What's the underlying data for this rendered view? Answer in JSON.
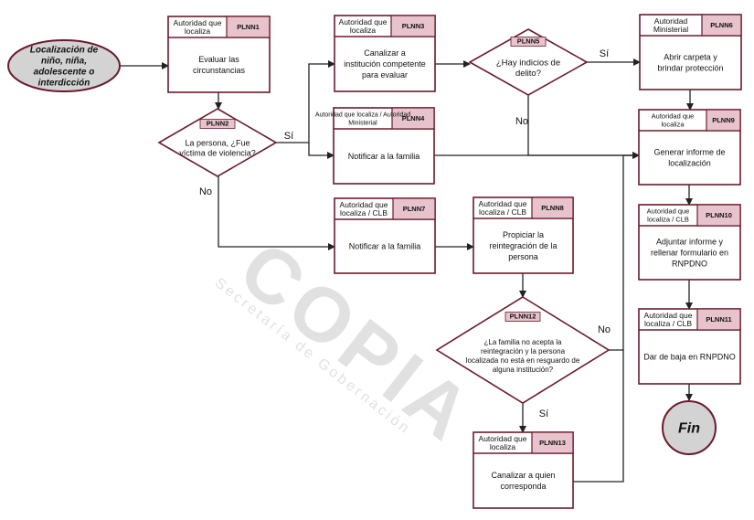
{
  "start": "Localización de niño, niña, adolescente o interdicción",
  "end": "Fin",
  "watermark": {
    "main": "COPIA",
    "sub": "Secretaría de Gobernación"
  },
  "processes": [
    {
      "id": "plnn1",
      "code": "PLNN1",
      "role": "Autoridad que localiza",
      "text": "Evaluar las circunstancias"
    },
    {
      "id": "plnn3",
      "code": "PLNN3",
      "role": "Autoridad que localiza",
      "text": "Canalizar a institución competente para evaluar"
    },
    {
      "id": "plnn4",
      "code": "PLNN4",
      "role": "Autoridad que localiza / Autoridad Ministerial",
      "text": "Notificar a la familia"
    },
    {
      "id": "plnn6",
      "code": "PLNN6",
      "role": "Autoridad Ministerial",
      "text": "Abrir carpeta y brindar protección"
    },
    {
      "id": "plnn7",
      "code": "PLNN7",
      "role": "Autoridad que localiza / CLB",
      "text": "Notificar a la familia"
    },
    {
      "id": "plnn8",
      "code": "PLNN8",
      "role": "Autoridad que localiza / CLB",
      "text": "Propiciar la reintegración de la persona"
    },
    {
      "id": "plnn9",
      "code": "PLNN9",
      "role": "Autoridad que localiza",
      "text": "Generar informe de localización"
    },
    {
      "id": "plnn10",
      "code": "PLNN10",
      "role": "Autoridad que localiza / CLB",
      "text": "Adjuntar informe y rellenar formulario en RNPDNO"
    },
    {
      "id": "plnn11",
      "code": "PLNN11",
      "role": "Autoridad que localiza / CLB",
      "text": "Dar de baja en RNPDNO"
    },
    {
      "id": "plnn13",
      "code": "PLNN13",
      "role": "Autoridad que localiza",
      "text": "Canalizar a quien corresponda"
    }
  ],
  "decisions": [
    {
      "id": "plnn2",
      "code": "PLNN2",
      "text": "La persona, ¿Fue víctima de violencia?"
    },
    {
      "id": "plnn5",
      "code": "PLNN5",
      "text": "¿Hay indicios de delito?"
    },
    {
      "id": "plnn12",
      "code": "PLNN12",
      "text": "¿La familia no acepta la reintegración y la persona localizada no está en resguardo de alguna institución?"
    }
  ],
  "edge_labels": {
    "plnn2_yes": "Sí",
    "plnn2_no": "No",
    "plnn5_yes": "Sí",
    "plnn5_no": "No",
    "plnn12_yes": "Sí",
    "plnn12_no": "No"
  },
  "colors": {
    "border": "#6b1a2c",
    "code_fill": "#e6c3cd",
    "start_fill": "#d3d3d3",
    "line": "#222222"
  }
}
